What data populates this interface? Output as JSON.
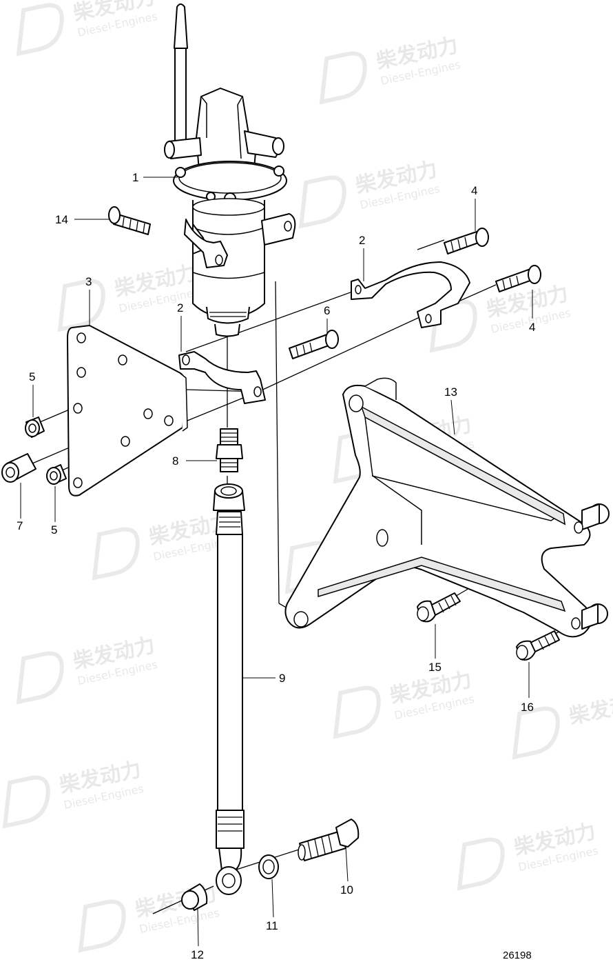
{
  "diagram_id": "26198",
  "watermark": {
    "title": "柴发动力",
    "subtitle": "Diesel-Engines"
  },
  "callouts": {
    "c1": "1",
    "c2a": "2",
    "c2b": "2",
    "c3": "3",
    "c4a": "4",
    "c4b": "4",
    "c5a": "5",
    "c5b": "5",
    "c6": "6",
    "c7": "7",
    "c8": "8",
    "c9": "9",
    "c10": "10",
    "c11": "11",
    "c12": "12",
    "c13": "13",
    "c14": "14",
    "c15": "15",
    "c16": "16"
  }
}
